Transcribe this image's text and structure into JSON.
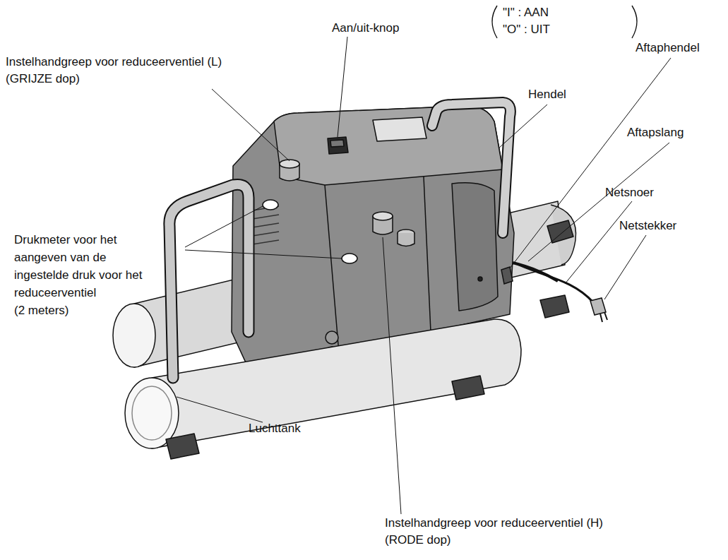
{
  "diagram": {
    "labels": [
      "Aan/uit-knop",
      "\"I\" : AAN",
      "\"O\" : UIT",
      "Aftaphendel",
      "Instelhandgreep voor reduceerventiel (L)",
      "(GRIJZE dop)",
      "Hendel",
      "Aftapslang",
      "Netsnoer",
      "Netstekker",
      "Drukmeter voor het",
      "aangeven van de",
      "ingestelde druk voor het",
      "reduceerventiel",
      "(2 meters)",
      "Luchttank",
      "Instelhandgreep voor reduceerventiel (H)",
      "(RODE dop)"
    ]
  }
}
